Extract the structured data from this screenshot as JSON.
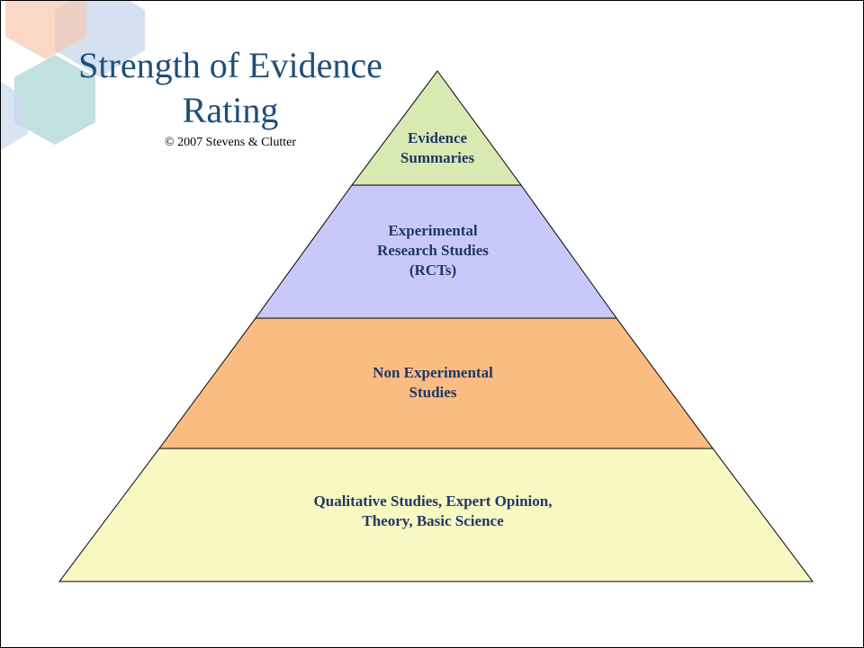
{
  "slide": {
    "title_line_1": "Strength of Evidence",
    "title_line_2": "Rating",
    "copyright": "© 2007 Stevens & Clutter"
  },
  "pyramid": {
    "tiers": [
      {
        "lines": [
          "Evidence",
          "Summaries"
        ],
        "fill": "#d8e9b2"
      },
      {
        "lines": [
          "Experimental",
          "Research Studies",
          "(RCTs)"
        ],
        "fill": "#c9c8fa"
      },
      {
        "lines": [
          "Non Experimental",
          "Studies"
        ],
        "fill": "#fbbc82"
      },
      {
        "lines": [
          "Qualitative Studies, Expert Opinion,",
          "Theory, Basic Science"
        ],
        "fill": "#f8f8c2"
      }
    ]
  },
  "colors": {
    "title": "#1f4e79",
    "tier_text": "#1f3864",
    "hexagon_decoration": [
      "#a9c9e1",
      "#b6dada",
      "#f6c8b0",
      "#c9d9ec"
    ]
  }
}
